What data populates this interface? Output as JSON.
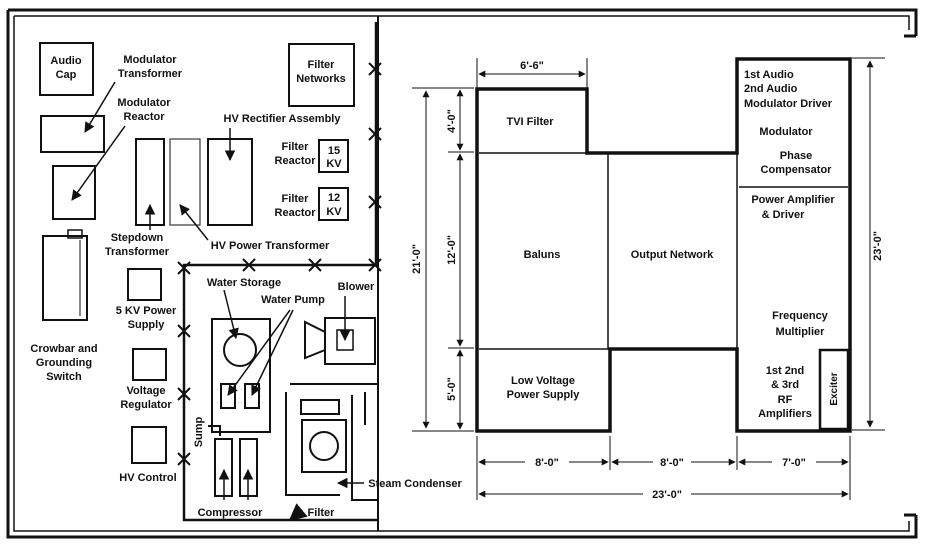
{
  "colors": {
    "ink": "#111111",
    "paper": "#ffffff"
  },
  "left_panel": {
    "audio_cap": [
      "Audio",
      "Cap"
    ],
    "modulator_transformer": [
      "Modulator",
      "Transformer"
    ],
    "modulator_reactor": [
      "Modulator",
      "Reactor"
    ],
    "filter_networks": [
      "Filter",
      "Networks"
    ],
    "hv_rectifier_assembly": "HV Rectifier Assembly",
    "filter_reactor_1": [
      "Filter",
      "Reactor"
    ],
    "kv_15": [
      "15",
      "KV"
    ],
    "filter_reactor_2": [
      "Filter",
      "Reactor"
    ],
    "kv_12": [
      "12",
      "KV"
    ],
    "stepdown_transformer": [
      "Stepdown",
      "Transformer"
    ],
    "hv_power_transformer": "HV Power Transformer",
    "crowbar_switch": [
      "Crowbar and",
      "Grounding",
      "Switch"
    ],
    "power_supply_5kv": [
      "5 KV Power",
      "Supply"
    ],
    "voltage_regulator": [
      "Voltage",
      "Regulator"
    ],
    "hv_control": "HV Control",
    "water_storage": "Water Storage",
    "water_pump": "Water Pump",
    "blower": "Blower",
    "sump": "Sump",
    "compressor": "Compressor",
    "filter": "Filter",
    "steam_condenser": "Steam Condenser"
  },
  "right_panel": {
    "dim_top": "6'-6\"",
    "dim_left_total": "21'-0\"",
    "dim_left_a": "4'-0\"",
    "dim_left_b": "12'-0\"",
    "dim_left_c": "5'-0\"",
    "dim_right_total": "23'-0\"",
    "dim_bottom_a": "8'-0\"",
    "dim_bottom_b": "8'-0\"",
    "dim_bottom_c": "7'-0\"",
    "dim_bottom_total": "23'-0\"",
    "tvi_filter": "TVI Filter",
    "baluns": "Baluns",
    "output_network": "Output Network",
    "low_voltage_ps": [
      "Low Voltage",
      "Power Supply"
    ],
    "audio_block": [
      "1st Audio",
      "2nd Audio",
      "Modulator Driver"
    ],
    "modulator": "Modulator",
    "phase_compensator": [
      "Phase",
      "Compensator"
    ],
    "power_amp": [
      "Power Amplifier",
      "& Driver"
    ],
    "freq_mult": [
      "Frequency",
      "Multiplier"
    ],
    "rf_amps": [
      "1st  2nd",
      "& 3rd",
      "RF",
      "Amplifiers"
    ],
    "exciter": "Exciter"
  }
}
